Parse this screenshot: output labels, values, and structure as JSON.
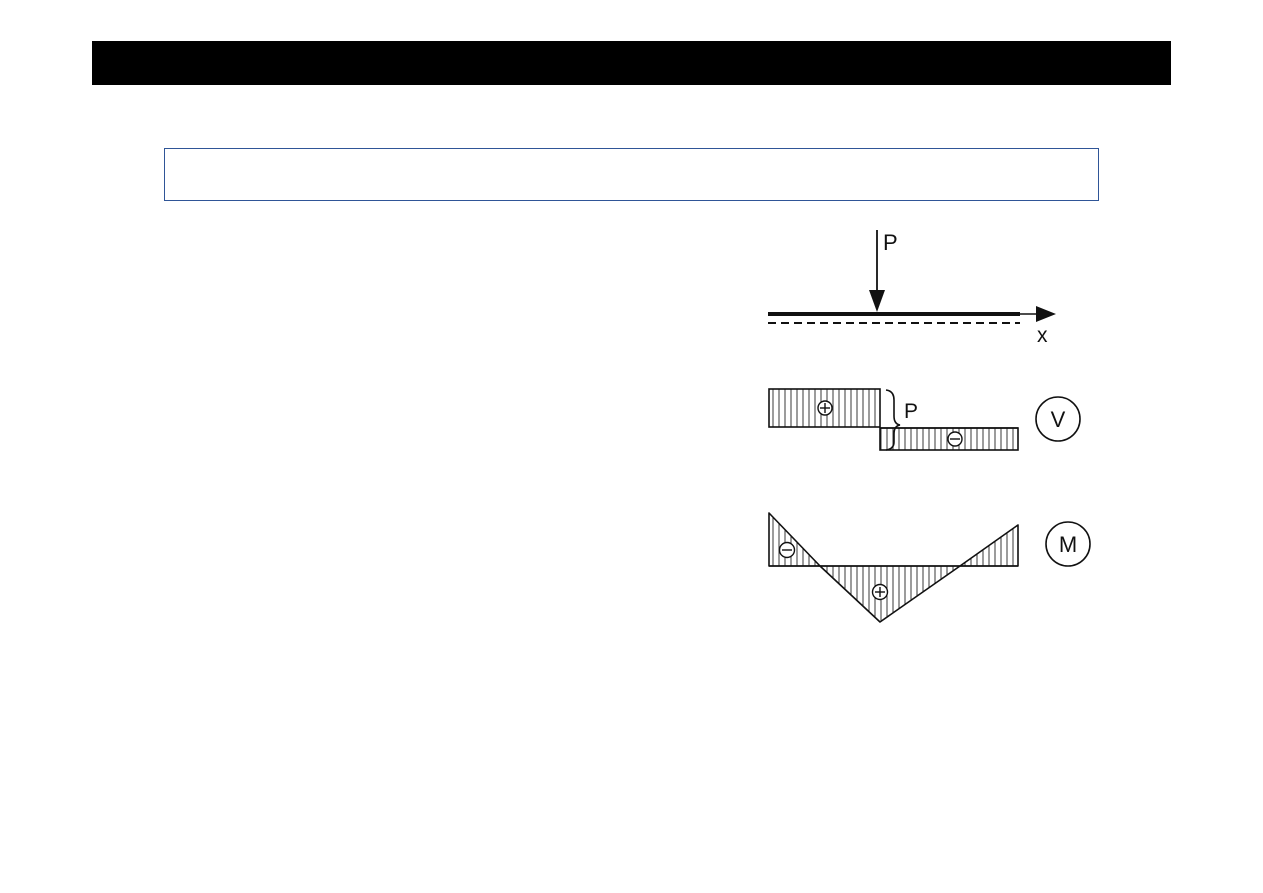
{
  "header": {
    "background_color": "#000000"
  },
  "title_box": {
    "border_color": "#2f5597",
    "text": ""
  },
  "diagram": {
    "load_label": "P",
    "axis_label": "x",
    "shear_step_label": "P",
    "shear_diagram_label": "V",
    "moment_diagram_label": "M",
    "sign_positive": "+",
    "sign_negative": "−"
  }
}
